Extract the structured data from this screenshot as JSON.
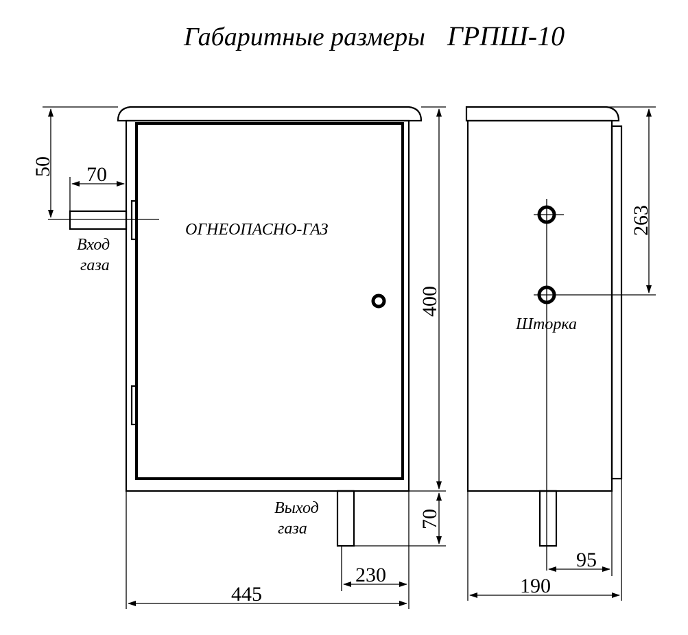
{
  "title_left": "Габаритные размеры",
  "title_right": "ГРПШ-10",
  "warning_label": "ОГНЕОПАСНО-ГАЗ",
  "inlet_label": [
    "Вход",
    "газа"
  ],
  "outlet_label": [
    "Выход",
    "газа"
  ],
  "shutter_label": "Шторка",
  "dimensions": {
    "inlet_from_top": "50",
    "inlet_pipe_length": "70",
    "height": "400",
    "outlet_pipe_length": "70",
    "outlet_offset": "230",
    "width": "445",
    "shutter_spacing": "263",
    "side_pipe_offset": "95",
    "depth": "190"
  }
}
